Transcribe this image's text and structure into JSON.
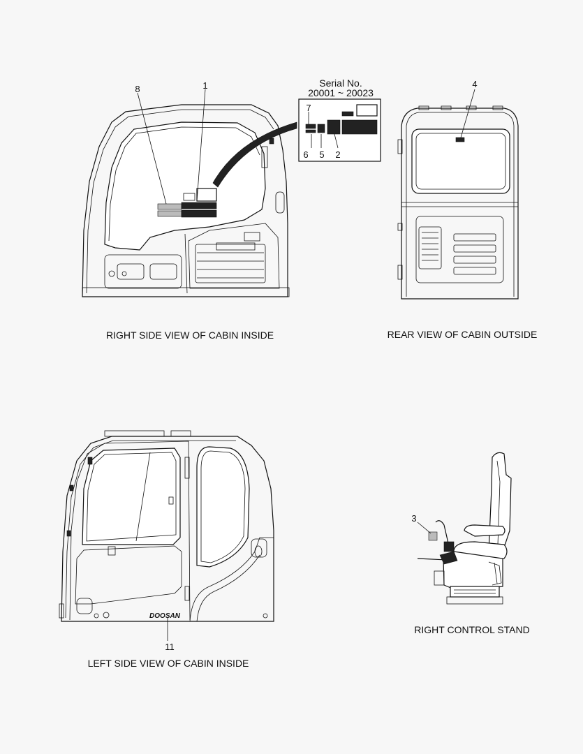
{
  "callout": {
    "serial_title": "Serial No.",
    "serial_range": "20001 ~ 20023"
  },
  "part_numbers": {
    "p1": "1",
    "p2": "2",
    "p3": "3",
    "p4": "4",
    "p5": "5",
    "p6": "6",
    "p7": "7",
    "p8": "8",
    "p11": "11"
  },
  "captions": {
    "right_side": "RIGHT SIDE VIEW OF CABIN INSIDE",
    "rear": "REAR VIEW OF CABIN OUTSIDE",
    "left_side": "LEFT SIDE VIEW OF CABIN INSIDE",
    "control_stand": "RIGHT CONTROL STAND"
  },
  "decal_text": {
    "brand": "DOOSAN"
  }
}
